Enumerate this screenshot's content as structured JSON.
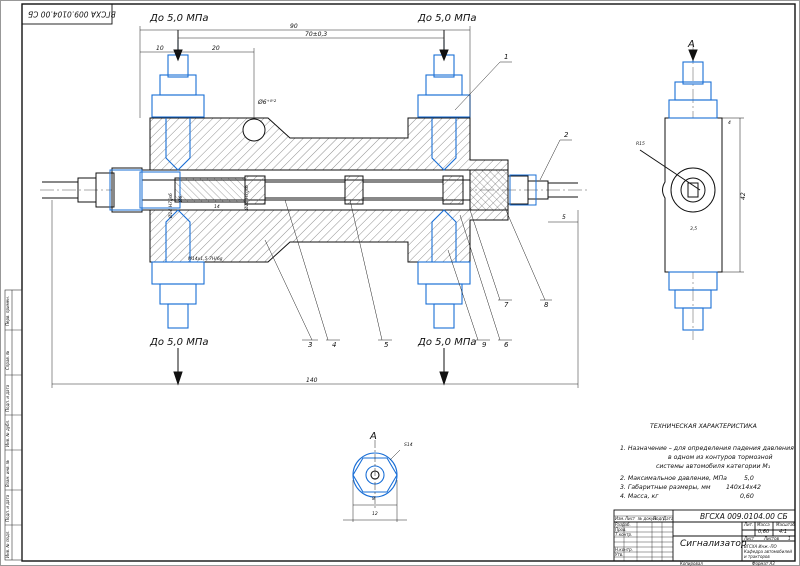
{
  "doc_code": "ВГСХА 009.0104.00 СБ",
  "pressure_label": "До 5,0 МПа",
  "view_letter": "А",
  "title": "Сигнализатор",
  "tech_heading": "ТЕХНИЧЕСКАЯ ХАРАКТЕРИСТИКА",
  "tech_items": [
    "1. Назначение – для определения падения давления",
    "в одном из контуров тормозной",
    "системы автомобиля категории M₁",
    "2. Максимальное давление, МПа",
    "3. Габаритные размеры, мм",
    "4. Масса, кг"
  ],
  "tech_values": [
    "5,0",
    "140x14x42",
    "0,60"
  ],
  "dims": {
    "d90": "90",
    "d70": "70±0,3",
    "d10": "10",
    "d20": "20",
    "d140": "140",
    "d42": "42",
    "d5": "5",
    "d8": "8",
    "d12": "12",
    "d15": "15",
    "d35": "3,5",
    "d4": "4",
    "dR15": "R15",
    "dSw14": "S14",
    "d6": "Ø6⁺⁰'²",
    "fit1": "Ø14 H7/js6",
    "fit2": "M14х1,5-7H/6g",
    "fit3": "Ø14 H7/js6",
    "d14": "14",
    "d6b": "Ø6"
  },
  "callouts": [
    "1",
    "2",
    "3",
    "4",
    "5",
    "6",
    "7",
    "8",
    "9"
  ],
  "titleblock": {
    "mass": "0,60",
    "scale": "4:1",
    "sheet_label": "Лист",
    "sheets_label": "Листов",
    "sheets_value": "1",
    "mass_label": "Масса",
    "scale_label": "Масштаб",
    "lit_label": "Лит.",
    "org": "ВГСХА Инж.-ПО Кафедра автомобилей и тракторов",
    "copied": "Копировал",
    "format": "Формат А3",
    "rows": [
      "Изм.",
      "Лист",
      "№ докум.",
      "Подп.",
      "Дата",
      "Разраб.",
      "Пров.",
      "Т.контр.",
      "Н.контр.",
      "Утв."
    ]
  },
  "side_strip": [
    "Перв. примен.",
    "Справ. №",
    "Подп. и дата",
    "Инв. № дубл.",
    "Взам. инв. №",
    "Подп. и дата",
    "Инв. № подл."
  ]
}
